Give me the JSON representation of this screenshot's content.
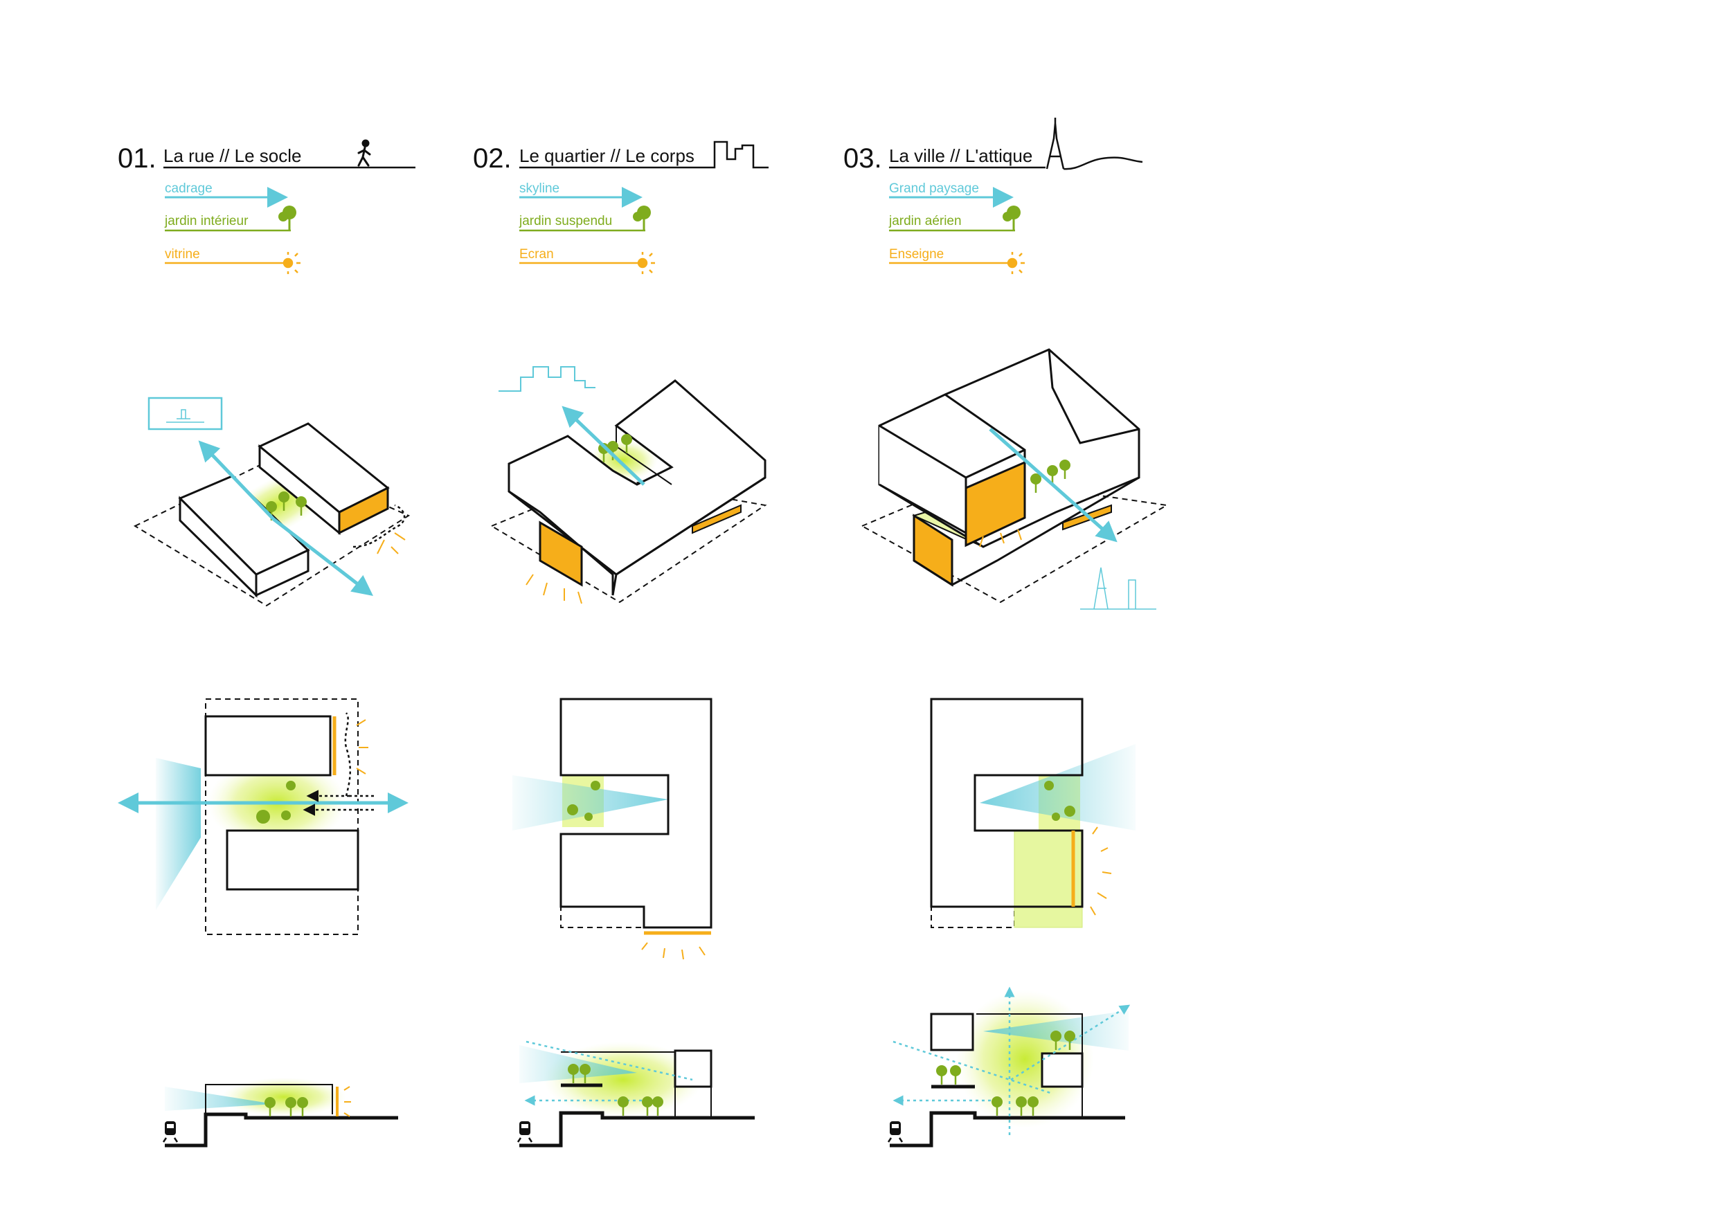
{
  "colors": {
    "cyan": "#5fc9d9",
    "green": "#7fac1e",
    "yellow_green": "#d9f07a",
    "orange": "#f6ae1a",
    "black": "#111111"
  },
  "columns": [
    {
      "number": "01.",
      "title": "La rue // Le socle",
      "title_icon": "pedestrian-icon",
      "legend": {
        "cyan": "cadrage",
        "green": "jardin intérieur",
        "orange": "vitrine"
      }
    },
    {
      "number": "02.",
      "title": "Le quartier // Le corps",
      "title_icon": "skyline-icon",
      "legend": {
        "cyan": "skyline",
        "green": "jardin suspendu",
        "orange": "Ecran"
      }
    },
    {
      "number": "03.",
      "title": "La ville // L'attique",
      "title_icon": "eiffel-tower-icon",
      "legend": {
        "cyan": "Grand paysage",
        "green": "jardin aérien",
        "orange": "Enseigne"
      }
    }
  ],
  "icons": [
    "tree-icon",
    "light-bulb-icon",
    "train-icon"
  ]
}
